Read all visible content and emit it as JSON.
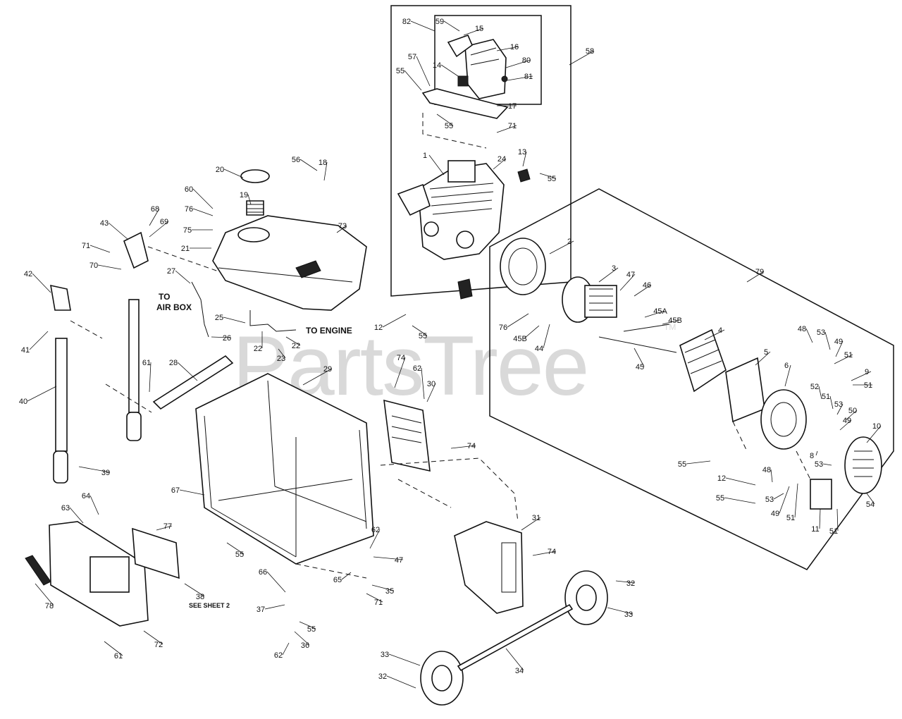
{
  "watermark": {
    "text": "PartsTree",
    "trademark": "TM"
  },
  "notes": {
    "to_engine": "TO ENGINE",
    "to_air_box_line1": "TO",
    "to_air_box_line2": "AIR BOX",
    "see_sheet": "SEE SHEET 2"
  },
  "callouts": [
    "82",
    "59",
    "15",
    "16",
    "80",
    "81",
    "14",
    "57",
    "55",
    "17",
    "55",
    "71",
    "58",
    "1",
    "24",
    "13",
    "55",
    "20",
    "56",
    "18",
    "60",
    "76",
    "75",
    "19",
    "73",
    "21",
    "43",
    "68",
    "69",
    "71",
    "70",
    "27",
    "42",
    "41",
    "40",
    "39",
    "61",
    "28",
    "29",
    "25",
    "22",
    "22",
    "23",
    "26",
    "12",
    "55",
    "74",
    "62",
    "30",
    "74",
    "2",
    "3",
    "47",
    "46",
    "45A",
    "45B",
    "76",
    "45B",
    "44",
    "45",
    "4",
    "5",
    "6",
    "48",
    "53",
    "49",
    "51",
    "9",
    "51",
    "52",
    "51",
    "53",
    "50",
    "49",
    "10",
    "79",
    "8",
    "53",
    "55",
    "12",
    "48",
    "55",
    "53",
    "49",
    "51",
    "11",
    "51",
    "54",
    "67",
    "55",
    "64",
    "63",
    "77",
    "38",
    "78",
    "72",
    "61",
    "66",
    "37",
    "55",
    "36",
    "62",
    "65",
    "62",
    "47",
    "35",
    "71",
    "31",
    "74",
    "32",
    "33",
    "34",
    "33",
    "32"
  ]
}
